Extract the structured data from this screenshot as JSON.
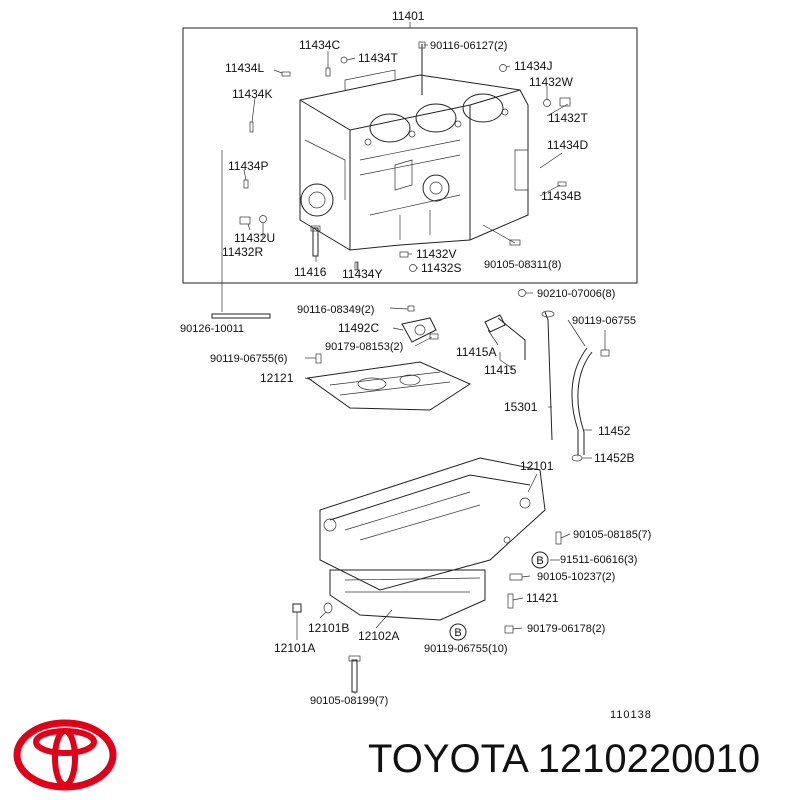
{
  "diagram": {
    "reference_code": "110138",
    "labels": [
      "11401",
      "11434C",
      "11434T",
      "90116-06127(2)",
      "11434L",
      "11434J",
      "11432W",
      "11434K",
      "11432T",
      "11434D",
      "11434P",
      "11434B",
      "11432U",
      "11432R",
      "11416",
      "11434Y",
      "11432V",
      "11432S",
      "90105-08311(8)",
      "90210-07006(8)",
      "90126-10011",
      "90116-08349(2)",
      "11492C",
      "90179-08153(2)",
      "11415A",
      "11415",
      "90119-06755",
      "90119-06755(6)",
      "12121",
      "15301",
      "11452",
      "11452B",
      "12101",
      "90105-08185(7)",
      "91511-60616(3)",
      "90105-10237(2)",
      "11421",
      "90179-06178(2)",
      "12101B",
      "12102A",
      "12101A",
      "90119-06755(10)",
      "90105-08199(7)"
    ],
    "callouts": [
      "B",
      "B"
    ]
  },
  "brand": {
    "text": "TOYOTA 1210220010",
    "logo_color": "#e0001a"
  }
}
